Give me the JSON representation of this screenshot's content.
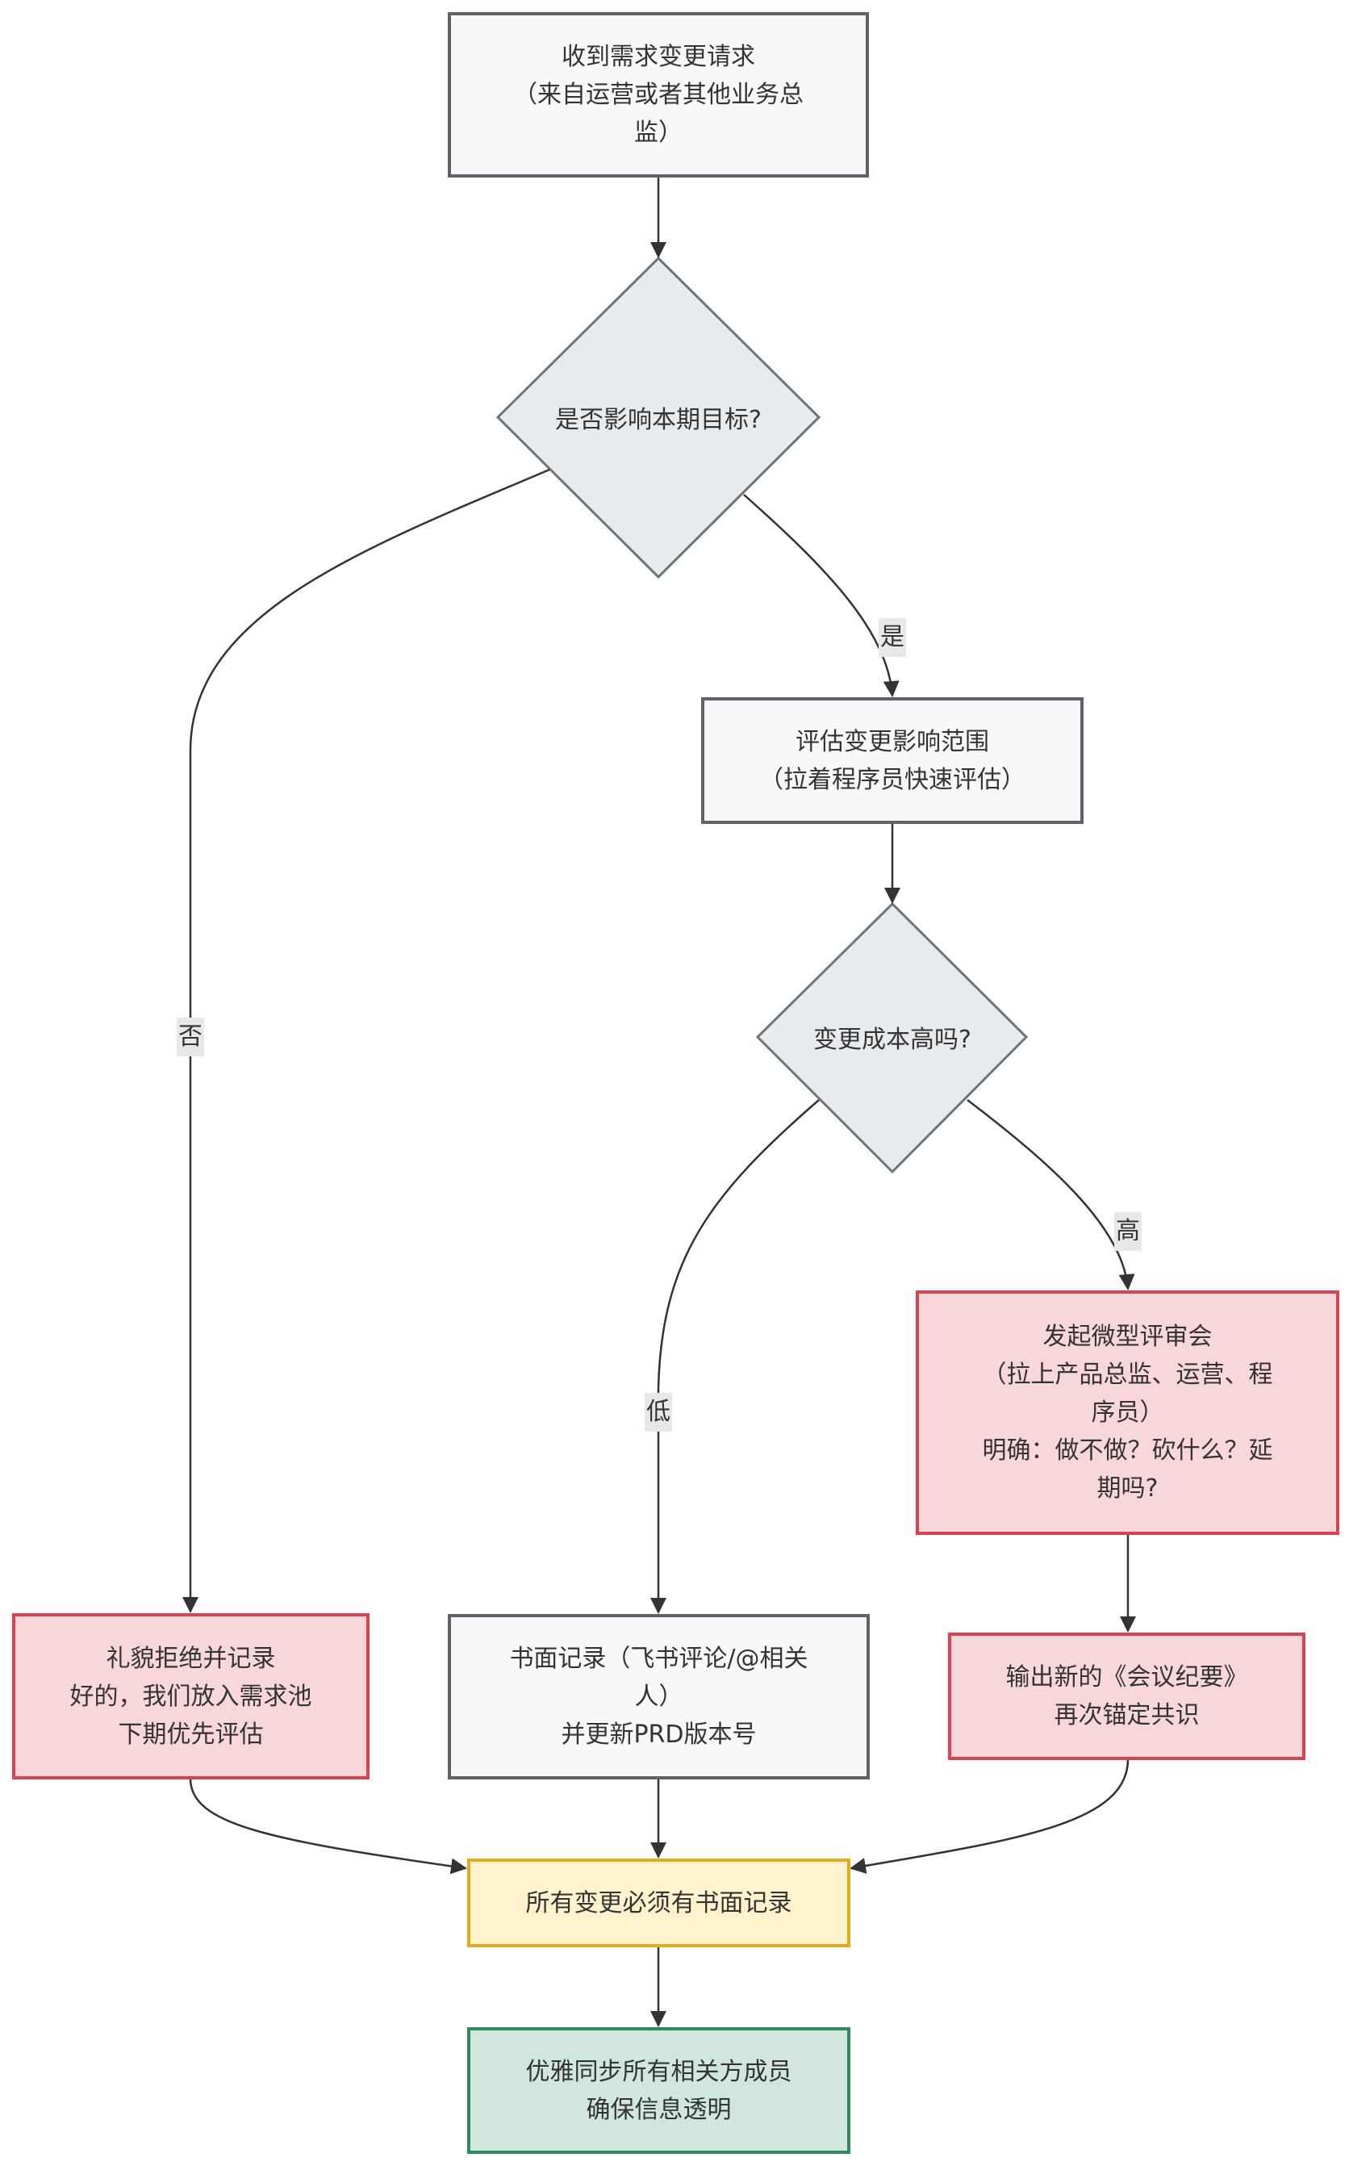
{
  "diagram": {
    "type": "flowchart",
    "colors": {
      "default_fill": "#f7f8fa",
      "default_border": "#5f6368",
      "decision_fill": "#e8ebee",
      "decision_border": "#6c757d",
      "warning_fill": "#f8d7da",
      "warning_border": "#d9434f",
      "note_fill": "#fff3cd",
      "note_border": "#e0ac1c",
      "success_fill": "#d1e7dd",
      "success_border": "#2f8a5c",
      "edge": "#333333",
      "label_bg": "#e8e8e8"
    },
    "nodes": {
      "start": "收到需求变更请求\n（来自运营或者其他业务总\n监）",
      "decision_impact": "是否影响本期目标?",
      "assess": "评估变更影响范围\n（拉着程序员快速评估）",
      "decision_cost": "变更成本高吗?",
      "review_meeting": "发起微型评审会\n（拉上产品总监、运营、程\n序员）\n明确：做不做？砍什么？延\n期吗?",
      "reject": "礼貌拒绝并记录\n好的，我们放入需求池\n下期优先评估",
      "written_record": "书面记录（飞书评论/@相关\n人）\n并更新PRD版本号",
      "minutes": "输出新的《会议纪要》\n再次锚定共识",
      "must_record": "所有变更必须有书面记录",
      "sync": "优雅同步所有相关方成员\n确保信息透明"
    },
    "edge_labels": {
      "yes": "是",
      "no": "否",
      "low": "低",
      "high": "高"
    },
    "edges": [
      {
        "from": "start",
        "to": "decision_impact",
        "label": ""
      },
      {
        "from": "decision_impact",
        "to": "assess",
        "label": "是"
      },
      {
        "from": "decision_impact",
        "to": "reject",
        "label": "否"
      },
      {
        "from": "assess",
        "to": "decision_cost",
        "label": ""
      },
      {
        "from": "decision_cost",
        "to": "written_record",
        "label": "低"
      },
      {
        "from": "decision_cost",
        "to": "review_meeting",
        "label": "高"
      },
      {
        "from": "review_meeting",
        "to": "minutes",
        "label": ""
      },
      {
        "from": "reject",
        "to": "must_record",
        "label": ""
      },
      {
        "from": "written_record",
        "to": "must_record",
        "label": ""
      },
      {
        "from": "minutes",
        "to": "must_record",
        "label": ""
      },
      {
        "from": "must_record",
        "to": "sync",
        "label": ""
      }
    ]
  }
}
